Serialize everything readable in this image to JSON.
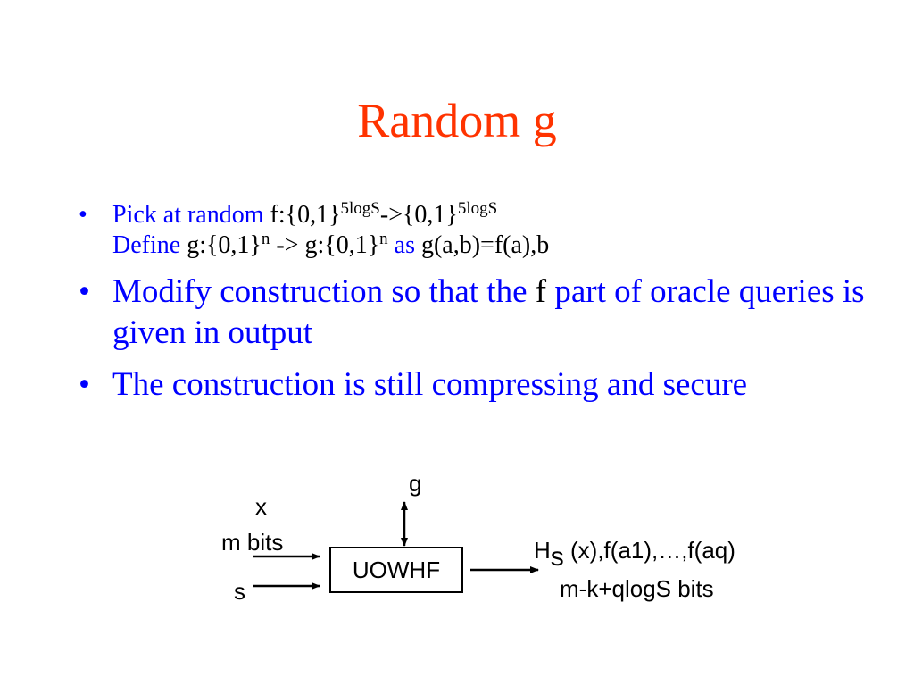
{
  "slide": {
    "title": "Random g",
    "bullets": {
      "b1_l1_a": "Pick at random",
      "b1_l1_b": "f:{0,1}",
      "b1_l1_sup1": "5logS",
      "b1_l1_c": "->{0,1}",
      "b1_l1_sup2": "5logS",
      "b1_l2_a": "Define",
      "b1_l2_b": "g:{0,1}",
      "b1_l2_sup1": "n",
      "b1_l2_c": "-> g:{0,1}",
      "b1_l2_sup2": "n",
      "b1_l2_d": "as",
      "b1_l2_e": "g(a,b)=f(a),b",
      "b2_a": "Modify construction so that the",
      "b2_b": "f",
      "b2_c": "part of oracle queries is given in output",
      "b3": "The construction is still compressing and secure"
    },
    "bullet_glyph": "•"
  },
  "diagram": {
    "g_label": "g",
    "x_label": "x",
    "m_bits_label": "m bits",
    "s_label": "s",
    "box_label": "UOWHF",
    "h_label": "H",
    "h_sub": "s",
    "output_label": "(x),f(a1),…,f(aq)",
    "output_bits": "m-k+qlogS bits"
  },
  "colors": {
    "title": "#ff3300",
    "bullet_text": "#0000ff",
    "math_text": "#000000"
  }
}
